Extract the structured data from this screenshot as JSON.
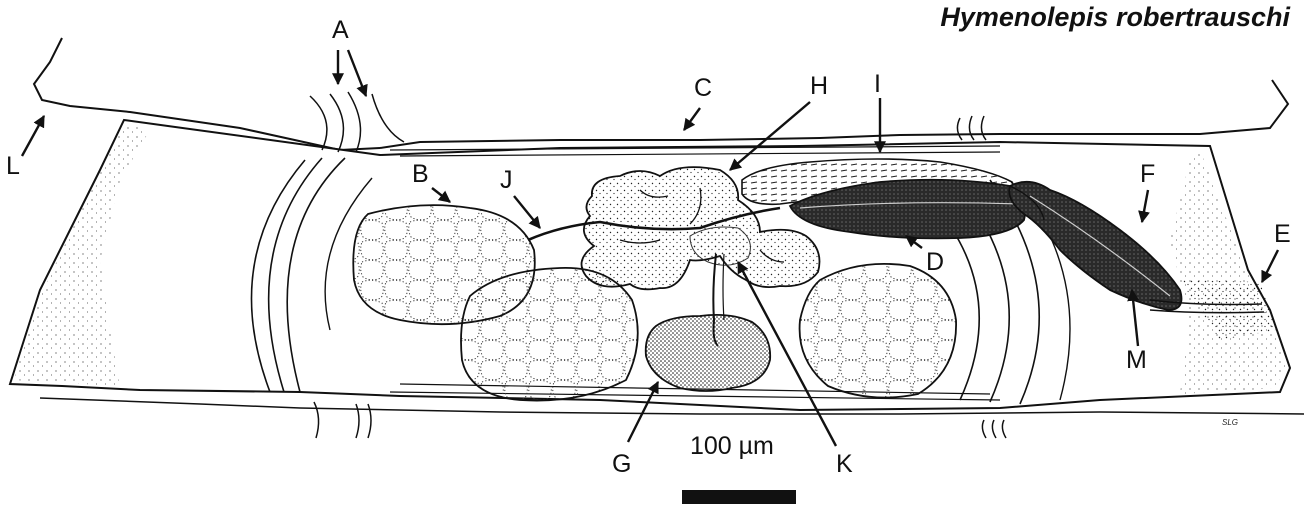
{
  "figure": {
    "title": "Hymenolepis robertrauschi",
    "scale_bar_label": "100 µm",
    "artist_initials": "SLG",
    "labels": [
      "A",
      "B",
      "C",
      "D",
      "E",
      "F",
      "G",
      "H",
      "I",
      "J",
      "K",
      "L",
      "M"
    ]
  }
}
